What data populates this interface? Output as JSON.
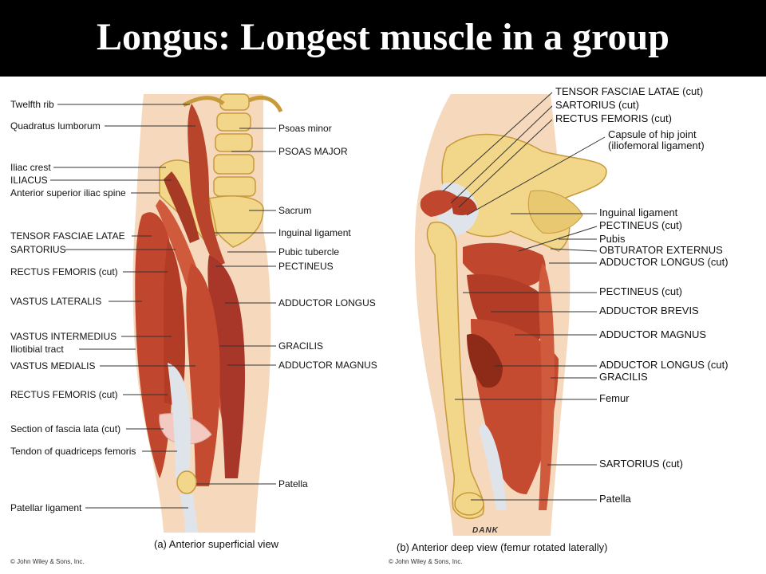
{
  "title": "Longus:  Longest muscle in a group",
  "panel_a": {
    "caption": "(a) Anterior superficial view",
    "copyright": "© John Wiley & Sons, Inc.",
    "left_labels": [
      "Twelfth rib",
      "Quadratus lumborum",
      "Iliac crest",
      "ILIACUS",
      "Anterior superior iliac spine",
      "TENSOR FASCIAE LATAE",
      "SARTORIUS",
      "RECTUS FEMORIS (cut)",
      "VASTUS LATERALIS",
      "VASTUS INTERMEDIUS",
      "Iliotibial tract",
      "VASTUS MEDIALIS",
      "RECTUS FEMORIS (cut)",
      "Section of fascia lata (cut)",
      "Tendon of quadriceps femoris",
      "Patellar ligament"
    ],
    "right_labels": [
      "Psoas minor",
      "PSOAS MAJOR",
      "Sacrum",
      "Inguinal ligament",
      "Pubic tubercle",
      "PECTINEUS",
      "ADDUCTOR LONGUS",
      "GRACILIS",
      "ADDUCTOR MAGNUS",
      "Patella"
    ]
  },
  "panel_b": {
    "caption": "(b) Anterior deep view (femur rotated laterally)",
    "copyright": "© John Wiley & Sons, Inc.",
    "signature": "DANK",
    "labels": [
      "TENSOR FASCIAE LATAE (cut)",
      "SARTORIUS (cut)",
      "RECTUS FEMORIS (cut)",
      "Capsule of hip joint",
      "(iliofemoral ligament)",
      "Inguinal ligament",
      "PECTINEUS (cut)",
      "Pubis",
      "OBTURATOR EXTERNUS",
      "ADDUCTOR LONGUS (cut)",
      "PECTINEUS (cut)",
      "ADDUCTOR BREVIS",
      "ADDUCTOR MAGNUS",
      "ADDUCTOR LONGUS (cut)",
      "GRACILIS",
      "Femur",
      "SARTORIUS (cut)",
      "Patella"
    ]
  },
  "colors": {
    "muscle": "#c0462e",
    "muscle_dark": "#8e2a18",
    "bone": "#f2d68a",
    "bone_edge": "#c79a3c",
    "tendon": "#dfe3ea",
    "skin": "#f6d9bd"
  }
}
